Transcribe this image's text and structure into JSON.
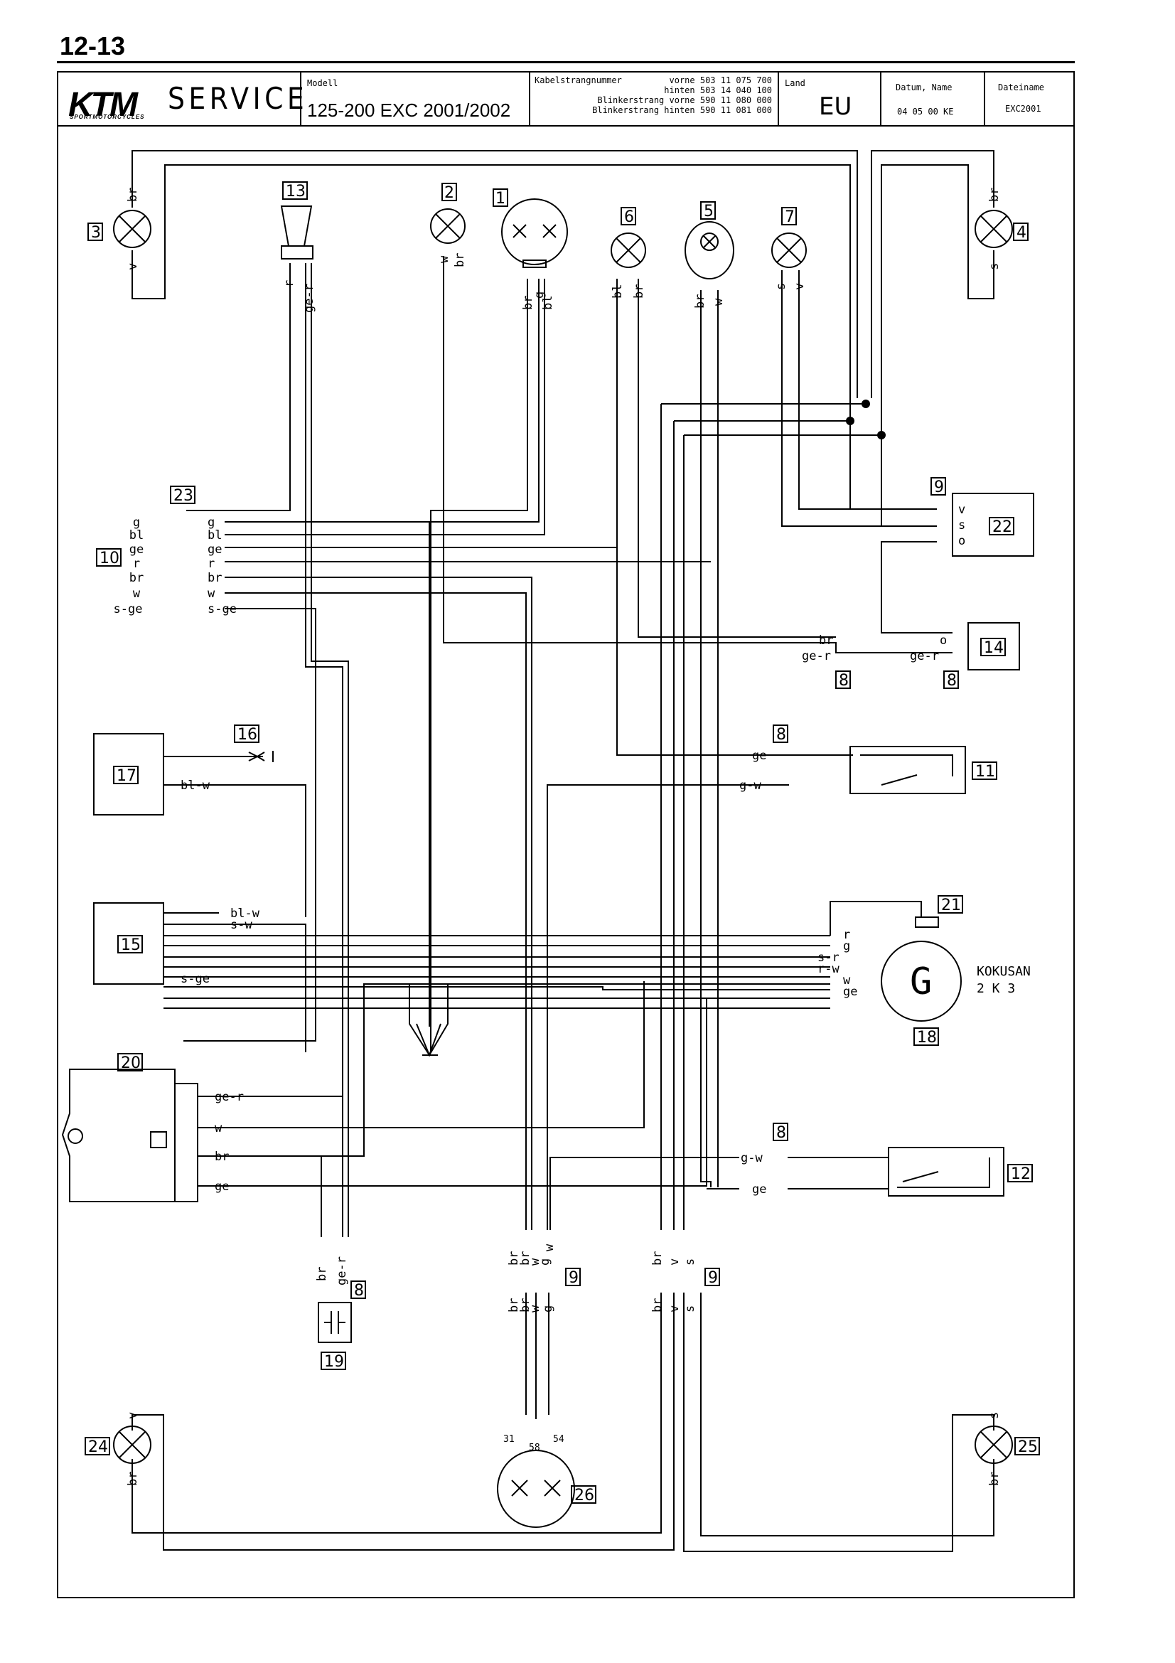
{
  "page_number": "12-13",
  "title_block": {
    "brand": "KTM",
    "brand_sub": "SPORTMOTORCYCLES",
    "service": "SERVICE",
    "model_label": "Modell",
    "model_value": "125-200 EXC 2001/2002",
    "harness_label": "Kabelstrangnummer",
    "harness_rows": [
      "vorne 503 11 075 700",
      "hinten 503 14 040 100",
      "Blinkerstrang vorne 590 11 080 000",
      "Blinkerstrang hinten 590 11 081 000"
    ],
    "land_label": "Land",
    "land_value": "EU",
    "date_label": "Datum, Name",
    "date_value": "04 05 00 KE",
    "file_label": "Dateiname",
    "file_value": "EXC2001"
  },
  "components": {
    "c1": "1",
    "c2": "2",
    "c3": "3",
    "c4": "4",
    "c5": "5",
    "c6": "6",
    "c7": "7",
    "c8a": "8",
    "c8b": "8",
    "c8c": "8",
    "c8d": "8",
    "c8e": "8",
    "c8f": "8",
    "c9a": "9",
    "c9b": "9",
    "c9c": "9",
    "c10": "10",
    "c11": "11",
    "c12": "12",
    "c13": "13",
    "c14": "14",
    "c15": "15",
    "c16": "16",
    "c17": "17",
    "c18": "18",
    "c19": "19",
    "c20": "20",
    "c21": "21",
    "c22": "22",
    "c23": "23",
    "c24": "24",
    "c25": "25",
    "c26": "26"
  },
  "generator": {
    "line1": "KOKUSAN",
    "line2": "2 K 3",
    "symbol": "G"
  },
  "plug_23_left": [
    "g",
    "bl",
    "ge",
    "r",
    "br",
    "w",
    "s-ge"
  ],
  "plug_23_right": [
    "g",
    "bl",
    "ge",
    "r",
    "br",
    "w",
    "s-ge"
  ],
  "switch_22_pins": [
    "v",
    "s",
    "o"
  ],
  "plug_14_pins": [
    "o",
    "ge-r"
  ],
  "plug_8_mid": [
    "br",
    "ge-r"
  ],
  "switch_11_wires": [
    "ge",
    "g-w"
  ],
  "switch_12_wires": [
    "g-w",
    "ge"
  ],
  "cdi_15_wires": [
    "bl-w",
    "s-w",
    "s-ge"
  ],
  "sensor_17_wire": "bl-w",
  "generator_wires": [
    "r",
    "g",
    "s-r",
    "r-w",
    "w",
    "ge"
  ],
  "regulator_20_wires": [
    "ge-r",
    "w",
    "br",
    "ge"
  ],
  "capacitor_19_wires": [
    "br",
    "ge-r"
  ],
  "lamp_wires": {
    "l3": [
      "br",
      "v"
    ],
    "l4": [
      "br",
      "s"
    ],
    "l2": [
      "w",
      "br"
    ],
    "l1": [
      "br",
      "g",
      "bl"
    ],
    "l6": [
      "bl",
      "br"
    ],
    "l5": [
      "br",
      "w"
    ],
    "l7": [
      "s",
      "v"
    ],
    "l13": [
      "r",
      "ge-r"
    ],
    "l24": [
      "v",
      "br"
    ],
    "l25": [
      "s",
      "br"
    ]
  },
  "connector_9_left_top": [
    "br",
    "br",
    "w",
    "g",
    "w"
  ],
  "connector_9_left_bottom": [
    "br",
    "br",
    "w",
    "g"
  ],
  "connector_9_right_top": [
    "br",
    "v",
    "s"
  ],
  "connector_9_right_bottom": [
    "br",
    "v",
    "s"
  ],
  "tail_pins": [
    "31",
    "58",
    "54"
  ]
}
